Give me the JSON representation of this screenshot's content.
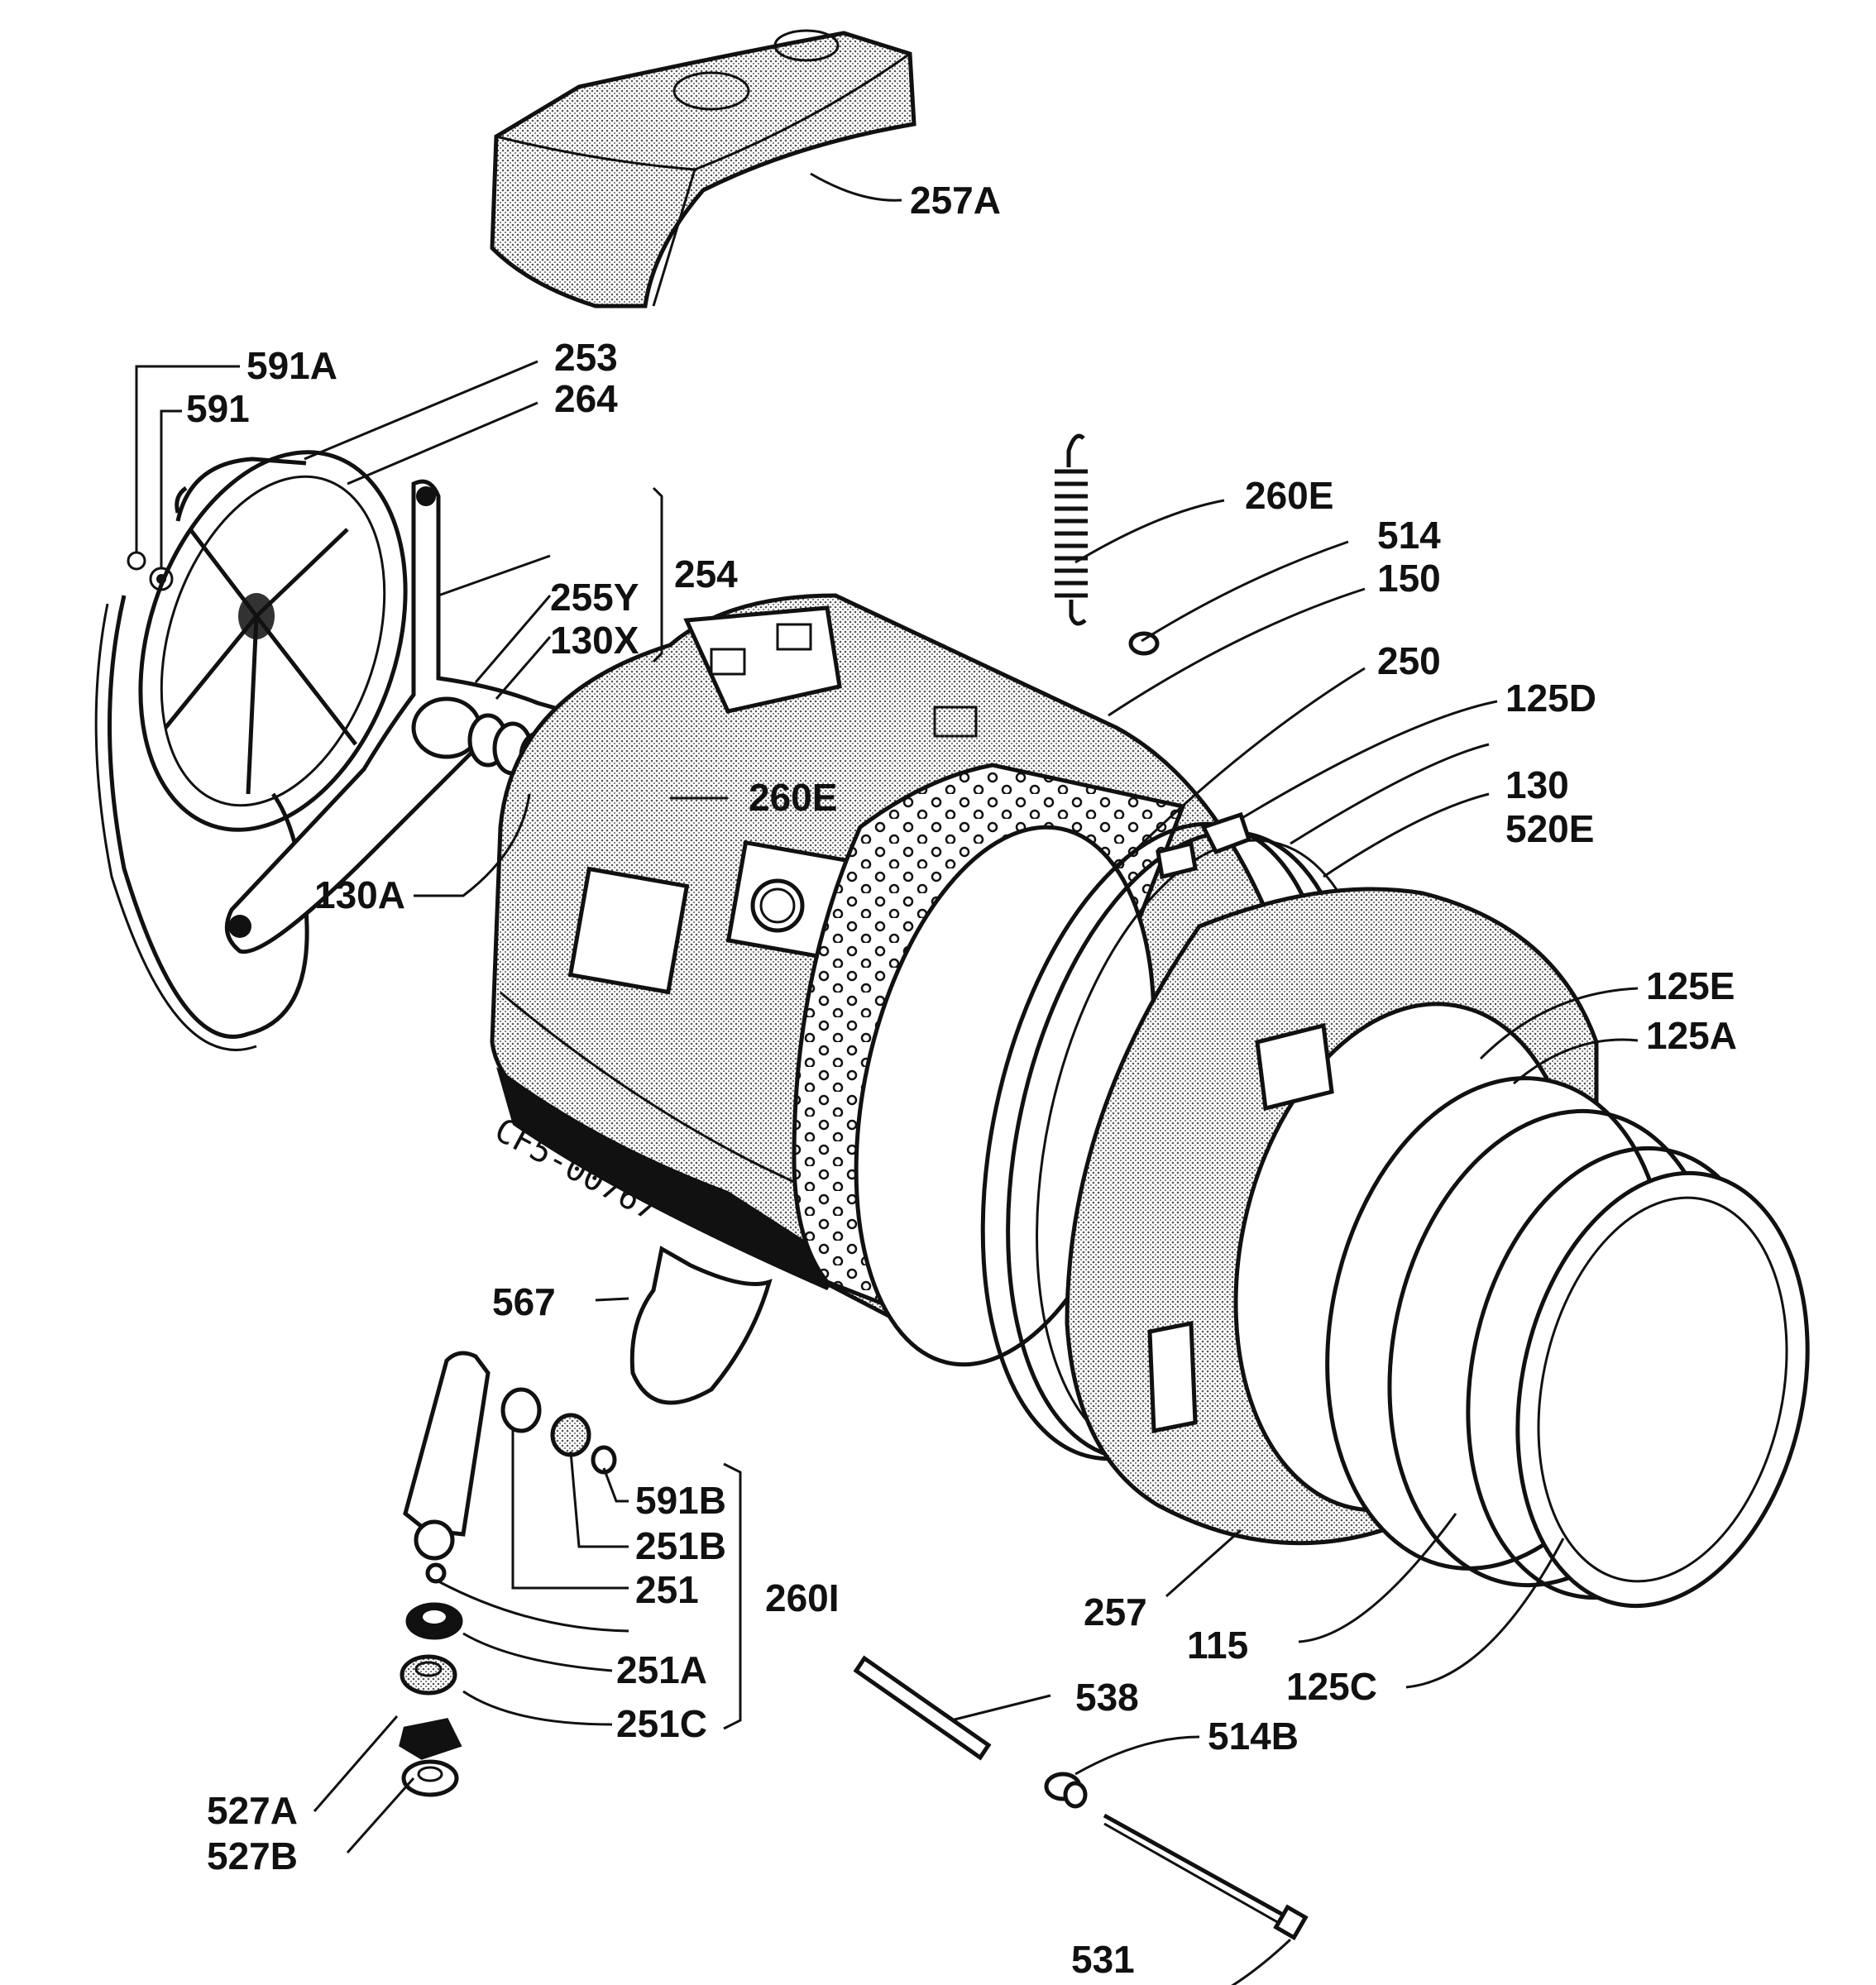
{
  "diagram": {
    "labels": {
      "257A": "257A",
      "591A": "591A",
      "253": "253",
      "591": "591",
      "264": "264",
      "254": "254",
      "255Y": "255Y",
      "130X": "130X",
      "260E_top": "260E",
      "514": "514",
      "150": "150",
      "250": "250",
      "125D": "125D",
      "260E_mid": "260E",
      "130": "130",
      "520E": "520E",
      "130A": "130A",
      "125E": "125E",
      "125A": "125A",
      "567": "567",
      "591B": "591B",
      "251B": "251B",
      "251": "251",
      "260I": "260I",
      "251A": "251A",
      "251C": "251C",
      "257": "257",
      "115": "115",
      "125C": "125C",
      "538": "538",
      "514B": "514B",
      "527A": "527A",
      "527B": "527B",
      "531": "531"
    },
    "handwritten_code": "CF5-00767",
    "colors": {
      "ink": "#111111",
      "dither": "#9a9a9a",
      "paper": "#ffffff"
    }
  }
}
